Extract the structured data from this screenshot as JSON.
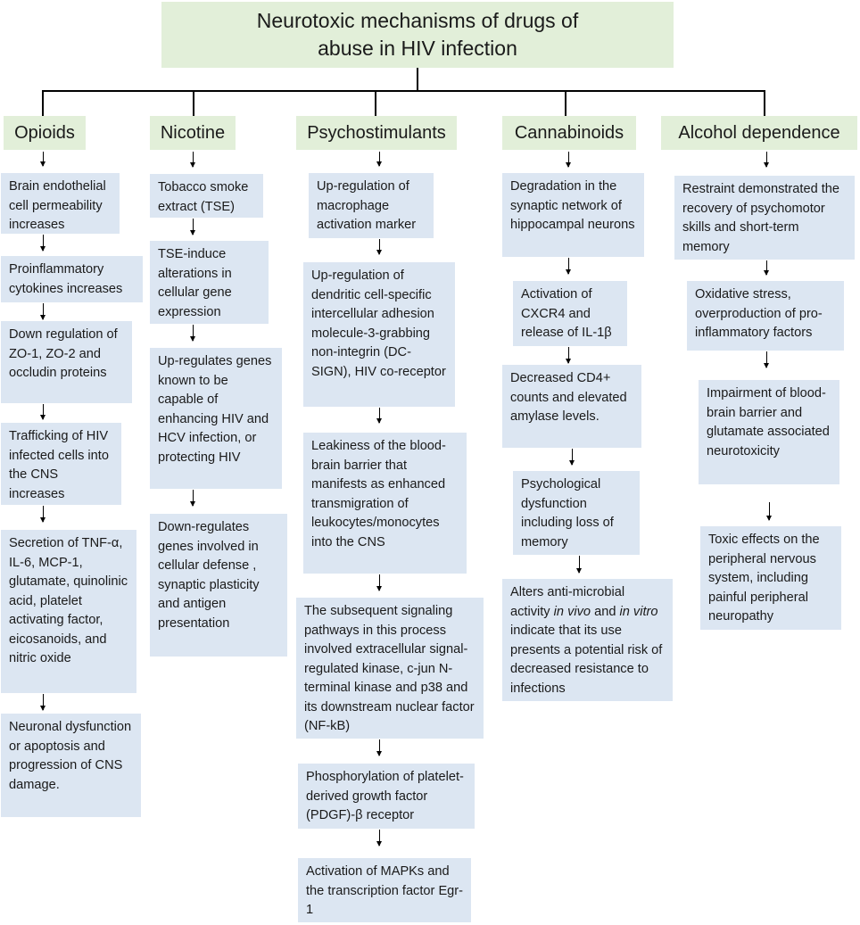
{
  "title": "Neurotoxic mechanisms of drugs of abuse in HIV infection",
  "columns": [
    {
      "header": "Opioids",
      "boxes": [
        "Brain endothelial cell permeability increases",
        "Proinflammatory cytokines increases",
        "Down regulation of ZO-1, ZO-2 and occludin proteins",
        "Trafficking of HIV infected cells into the CNS increases",
        "Secretion of TNF-α, IL-6, MCP-1, glutamate, quinolinic acid, platelet activating factor, eicosanoids, and nitric oxide",
        "Neuronal dysfunction or apoptosis and progression of CNS damage."
      ]
    },
    {
      "header": "Nicotine",
      "boxes": [
        "Tobacco smoke extract (TSE)",
        "TSE-induce alterations in cellular gene expression",
        "Up-regulates genes known to be capable of enhancing HIV and HCV infection, or protecting HIV",
        "Down-regulates genes involved in cellular defense , synaptic plasticity and antigen presentation"
      ]
    },
    {
      "header": "Psychostimulants",
      "boxes": [
        "Up-regulation of macrophage activation marker",
        "Up-regulation of dendritic cell-specific intercellular adhesion molecule-3-grabbing non-integrin (DC-SIGN), HIV co-receptor",
        "Leakiness of the blood-brain barrier that manifests as enhanced transmigration of leukocytes/monocytes into the CNS",
        "The subsequent signaling pathways in this process involved extracellular signal-regulated kinase, c-jun N-terminal kinase and p38 and its downstream nuclear factor (NF-kB)",
        "Phosphorylation of platelet-derived growth factor (PDGF)-β receptor",
        "Activation of MAPKs and the transcription factor Egr-1"
      ]
    },
    {
      "header": "Cannabinoids",
      "boxes": [
        "Degradation in the synaptic network of hippocampal neurons",
        "Activation of CXCR4 and release of IL-1β",
        "Decreased CD4+ counts and elevated amylase levels.",
        "Psychological dysfunction including loss of memory",
        "Alters anti-microbial activity in vivo and in vitro indicate that its use presents a potential risk of decreased resistance to infections"
      ]
    },
    {
      "header": "Alcohol dependence",
      "boxes": [
        "Restraint demonstrated the recovery of psychomotor skills and short-term memory",
        "Oxidative stress, overproduction of pro-inflammatory factors",
        "Impairment of blood-brain barrier and glutamate associated neurotoxicity",
        "Toxic effects on the peripheral nervous system, including painful peripheral neuropathy"
      ]
    }
  ]
}
